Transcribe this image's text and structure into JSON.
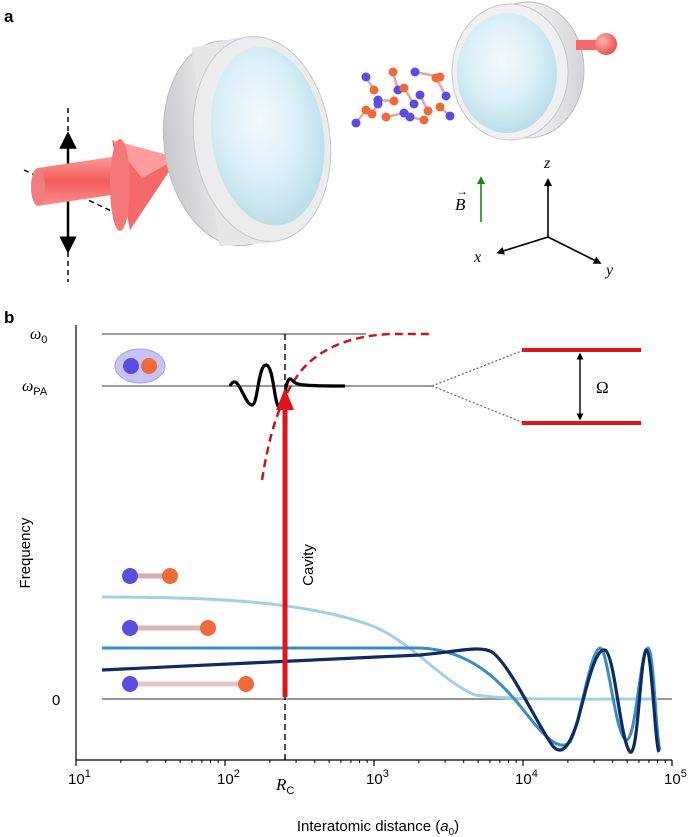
{
  "panel_a": {
    "label": "a",
    "magnetic_field": {
      "symbol": "B",
      "arrow_accent": "→",
      "color": "#1a8a1a"
    },
    "axes": {
      "z": "z",
      "x": "x",
      "y": "y"
    }
  },
  "panel_b": {
    "label": "b",
    "y_axis_title": "Frequency",
    "x_axis_title_prefix": "Interatomic distance (",
    "x_axis_title_var": "a",
    "x_axis_title_sub": "0",
    "x_axis_title_suffix": ")",
    "y_labels": {
      "omega0": "ω",
      "omega0_sub": "0",
      "omegaPA": "ω",
      "omegaPA_sub": "PA",
      "zero": "0"
    },
    "x_ticks": [
      {
        "base": "10",
        "exp": "1"
      },
      {
        "base": "10",
        "exp": "2"
      },
      {
        "base": "10",
        "exp": "3"
      },
      {
        "base": "10",
        "exp": "4"
      },
      {
        "base": "10",
        "exp": "5"
      }
    ],
    "rc_label_main": "R",
    "rc_label_sub": "C",
    "cavity_label": "Cavity",
    "rabi_label": "Ω",
    "colors": {
      "red": "#e0141b",
      "dashed_red": "#c8141b",
      "light_blue": "#8ec8e4",
      "mid_blue": "#3a8cc6",
      "dark_blue": "#0e2a5e",
      "atom_blue": "#5a4ee0",
      "atom_orange": "#ee6a3c"
    }
  }
}
